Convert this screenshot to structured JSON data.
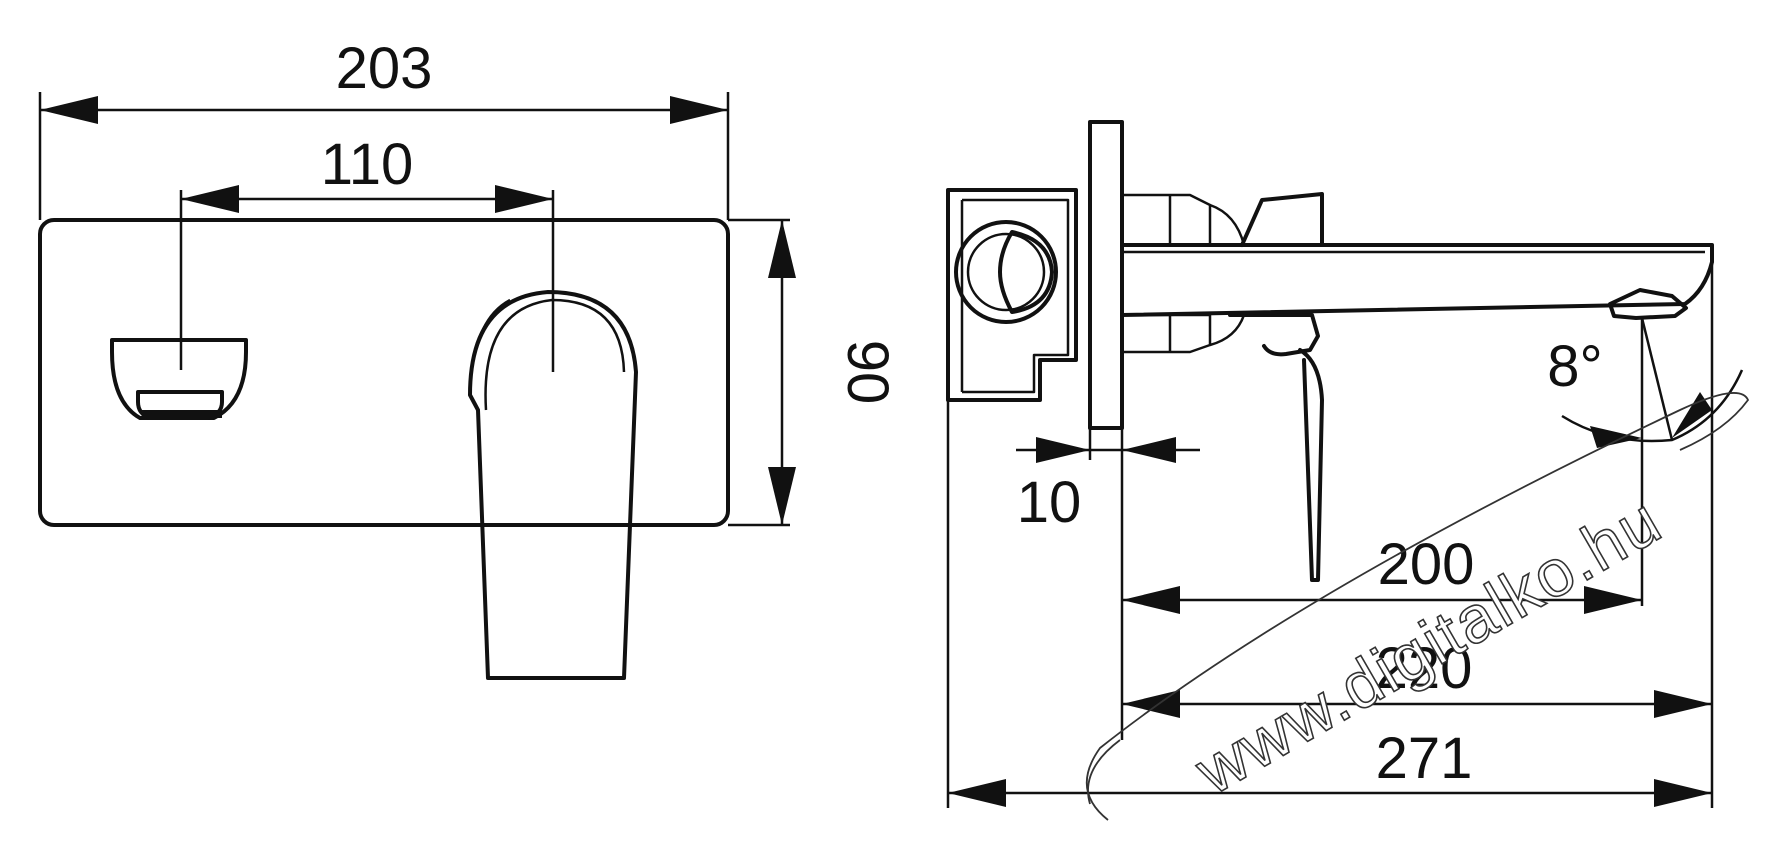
{
  "front_view": {
    "width_total": "203",
    "handle_spacing": "110",
    "height": "90"
  },
  "side_view": {
    "plate_thickness": "10",
    "spout_angle": "8°",
    "spout_reach_200": "200",
    "spout_reach_220": "220",
    "overall_depth": "271"
  },
  "watermark": {
    "text": "www.digitalko.hu"
  },
  "colors": {
    "line": "#111111",
    "background": "#ffffff"
  }
}
